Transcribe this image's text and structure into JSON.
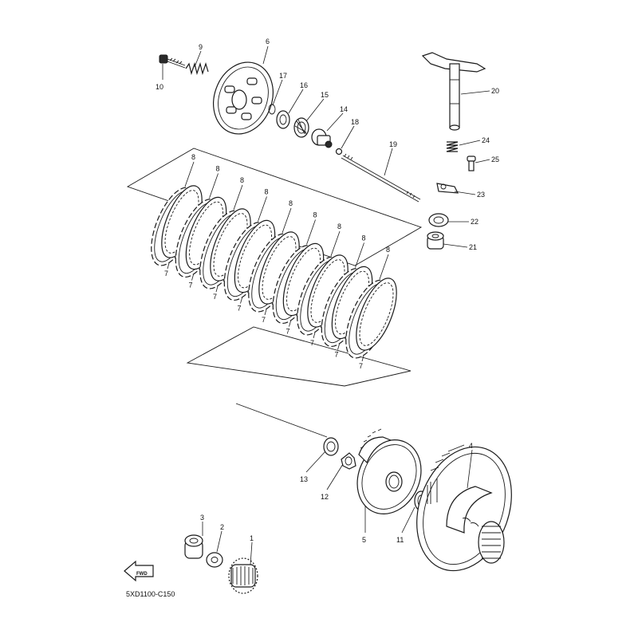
{
  "diagram_code": "5XD1100-C150",
  "fwd_label": "FWD",
  "callouts": {
    "n1": "1",
    "n2": "2",
    "n3": "3",
    "n4": "4",
    "n5": "5",
    "n6": "6",
    "n9": "9",
    "n10": "10",
    "n11": "11",
    "n12": "12",
    "n13": "13",
    "n14": "14",
    "n15": "15",
    "n16": "16",
    "n17": "17",
    "n18": "18",
    "n19": "19",
    "n20": "20",
    "n21": "21",
    "n22": "22",
    "n23": "23",
    "n24": "24",
    "n25": "25",
    "plate7": "7",
    "plate8": "8"
  },
  "plate_stack_counts": {
    "friction_plates_7": 9,
    "clutch_plates_8": 9
  }
}
